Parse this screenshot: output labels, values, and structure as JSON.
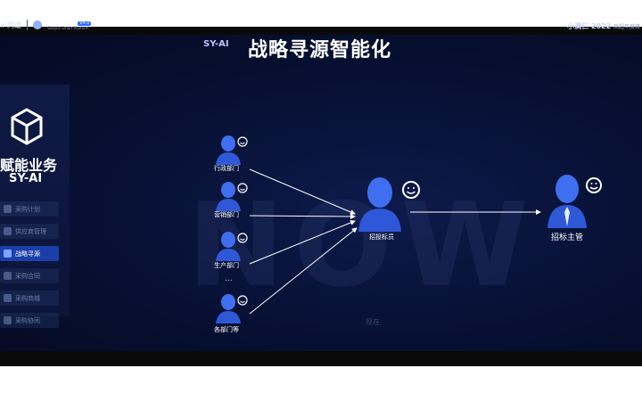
{
  "brand": {
    "left_text": "ır 同道",
    "name": "采购大脑",
    "sub": "Suoyun Smart Platform",
    "badge": "V4.0"
  },
  "event": {
    "main": "小满仁 2022",
    "sub": "商超年度峰"
  },
  "header": {
    "tag": "SY-AI",
    "title": "战略寻源智能化"
  },
  "sidebar": {
    "title": "赋能业务",
    "subtitle": "SY-AI",
    "items": [
      {
        "label": "采购计划",
        "icon": "plan-icon",
        "active": false
      },
      {
        "label": "供应商管理",
        "icon": "gear-icon",
        "active": false
      },
      {
        "label": "战略寻源",
        "icon": "search-icon",
        "active": true
      },
      {
        "label": "采购合同",
        "icon": "contract-icon",
        "active": false
      },
      {
        "label": "采购商城",
        "icon": "mall-icon",
        "active": false
      },
      {
        "label": "采购协同",
        "icon": "collab-icon",
        "active": false
      }
    ]
  },
  "diagram": {
    "watermark": "NOW",
    "departments": [
      "行政部门",
      "营销部门",
      "生产部门",
      "各部门等"
    ],
    "ellipsis": "...",
    "center": "招投标员",
    "right": "招标主管",
    "bottom_label": "现在"
  },
  "colors": {
    "accent": "#2f6bff",
    "figure": "#3f6ff0",
    "background": "#071033"
  }
}
